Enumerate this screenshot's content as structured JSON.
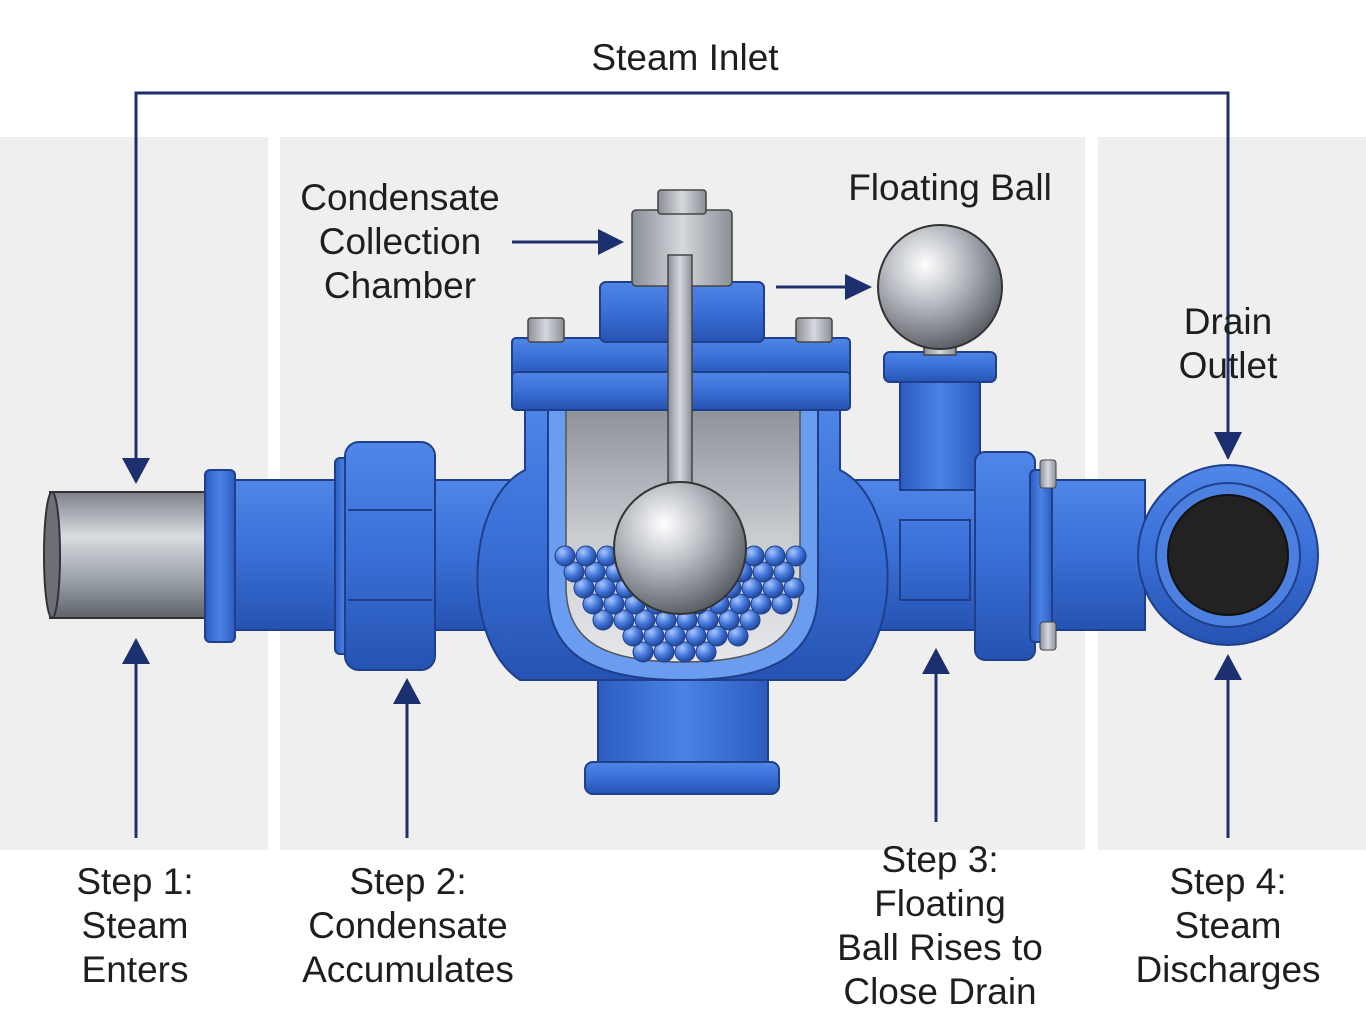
{
  "labels": {
    "steam_inlet": "Steam Inlet",
    "chamber": [
      "Condensate",
      "Collection",
      "Chamber"
    ],
    "floating_ball": "Floating Ball",
    "drain_outlet": [
      "Drain",
      "Outlet"
    ],
    "step1": [
      "Step 1:",
      "Steam",
      "Enters"
    ],
    "step2": [
      "Step 2:",
      "Condensate",
      "Accumulates"
    ],
    "step3": [
      "Step 3:",
      "Floating",
      "Ball Rises to",
      "Close Drain"
    ],
    "step4": [
      "Step 4:",
      "Steam",
      "Discharges"
    ]
  },
  "colors": {
    "body_blue": "#3a6fd6",
    "body_dark": "#2450a8",
    "arrow_navy": "#1c2f6e",
    "panel_gray": "#efefef",
    "steel": "#a9aeb5"
  }
}
